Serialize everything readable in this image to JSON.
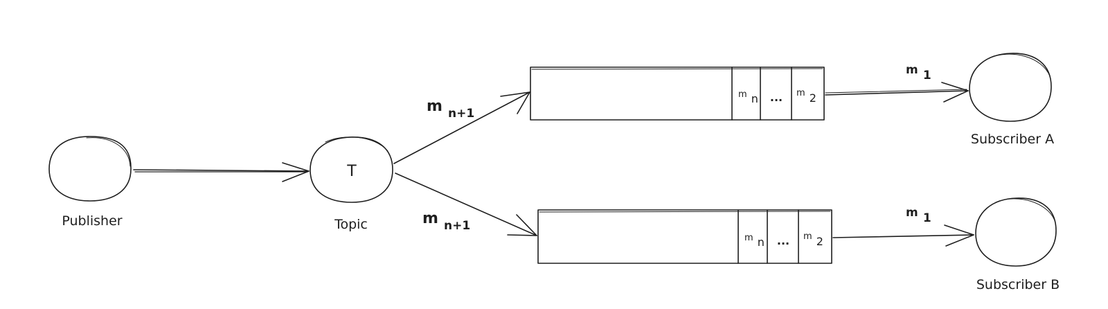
{
  "nodes": {
    "publisher": {
      "label": "Publisher"
    },
    "topic": {
      "label": "Topic",
      "letter": "T"
    },
    "subscriber_a": {
      "label": "Subscriber A"
    },
    "subscriber_b": {
      "label": "Subscriber B"
    }
  },
  "edges": {
    "to_queue_a": {
      "m": "m",
      "sub": "n+1"
    },
    "to_queue_b": {
      "m": "m",
      "sub": "n+1"
    },
    "to_subscriber_a": {
      "m": "m",
      "sub": "1"
    },
    "to_subscriber_b": {
      "m": "m",
      "sub": "1"
    }
  },
  "queues": {
    "a": {
      "cells": [
        {
          "m": "m",
          "sub": "n"
        },
        {
          "text": "..."
        },
        {
          "m": "m",
          "sub": "2"
        }
      ]
    },
    "b": {
      "cells": [
        {
          "m": "m",
          "sub": "n"
        },
        {
          "text": "..."
        },
        {
          "m": "m",
          "sub": "2"
        }
      ]
    }
  },
  "colors": {
    "ink": "#1e1e1e",
    "background": "#ffffff"
  }
}
